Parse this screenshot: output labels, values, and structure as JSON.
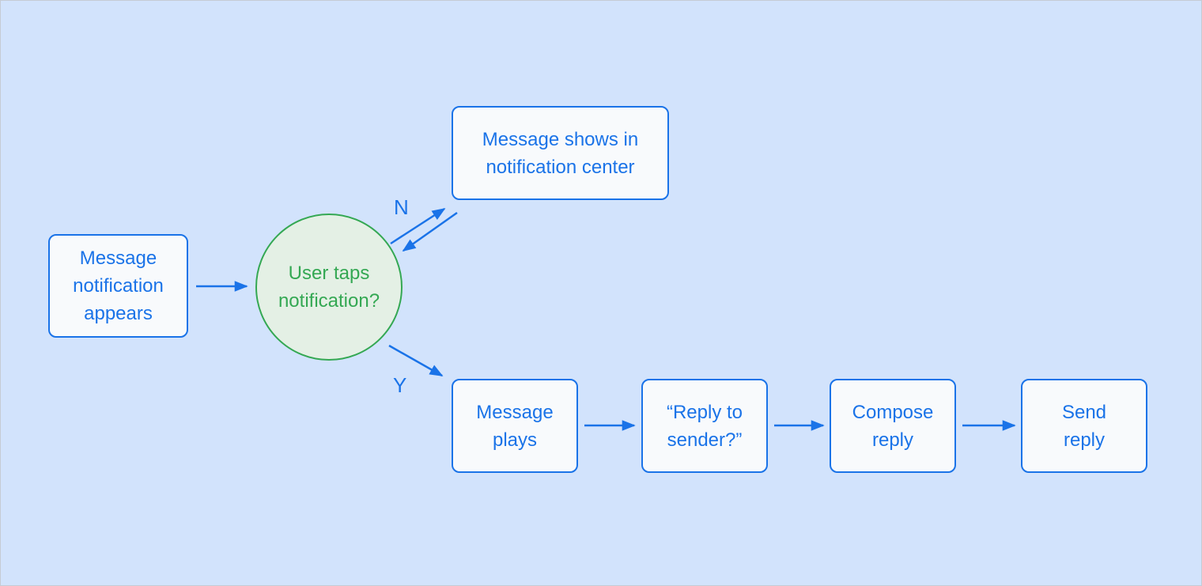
{
  "canvas": {
    "background_color": "#D2E3FC",
    "frame_border_color": "#C6CBD4"
  },
  "palette": {
    "connector_blue": "#1A73E8",
    "process_text_blue": "#1A73E8",
    "process_fill": "#F8FAFC",
    "decision_green": "#34A853",
    "decision_fill": "#E4F0E5"
  },
  "nodes": {
    "start": {
      "label": "Message\nnotification\nappears",
      "type": "process"
    },
    "decision": {
      "label": "User taps\nnotification?",
      "type": "decision"
    },
    "no_result": {
      "label": "Message shows in\nnotification center",
      "type": "process"
    },
    "message_plays": {
      "label": "Message\nplays",
      "type": "process"
    },
    "reply_prompt": {
      "label": "“Reply to\nsender?”",
      "type": "process"
    },
    "compose_reply": {
      "label": "Compose\nreply",
      "type": "process"
    },
    "send_reply": {
      "label": "Send\nreply",
      "type": "process"
    }
  },
  "edge_labels": {
    "no": "N",
    "yes": "Y"
  }
}
